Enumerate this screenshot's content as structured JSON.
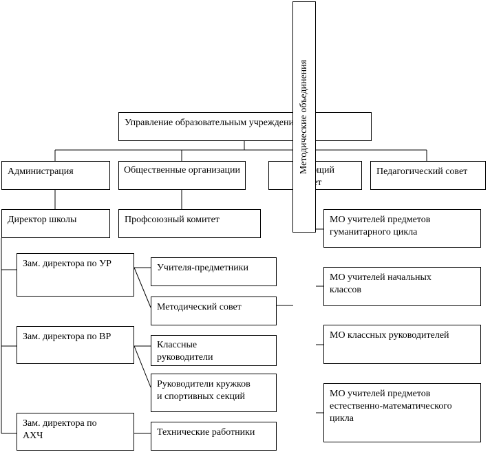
{
  "nodes": {
    "management": "Управление образовательным учреждением",
    "administration": "Администрация",
    "public_orgs": "Общественные организации",
    "governing_council_partial": "Уп    ющий\n    вет",
    "ped_council": "Педагогический совет",
    "director": "Директор школы",
    "trade_union": "Профсоюзный комитет",
    "deputy_ur": "Зам. директора по УР",
    "deputy_vr": "Зам. директора по ВР",
    "deputy_ahch": "Зам. директора по\nАХЧ",
    "subject_teachers": "Учителя-предметники",
    "method_council": "Методический совет",
    "class_teachers": "Классные\nруководители",
    "club_leaders": "Руководители кружков\nи спортивных секций",
    "tech_workers": "Технические работники",
    "methodical_unions": "Методические объединения",
    "mo_humanities": "МО учителей предметов\nгуманитарного цикла",
    "mo_primary": "МО учителей начальных\nклассов",
    "mo_class": "МО классных руководителей",
    "mo_science": "МО учителей предметов\nестественно-математического\nцикла"
  }
}
